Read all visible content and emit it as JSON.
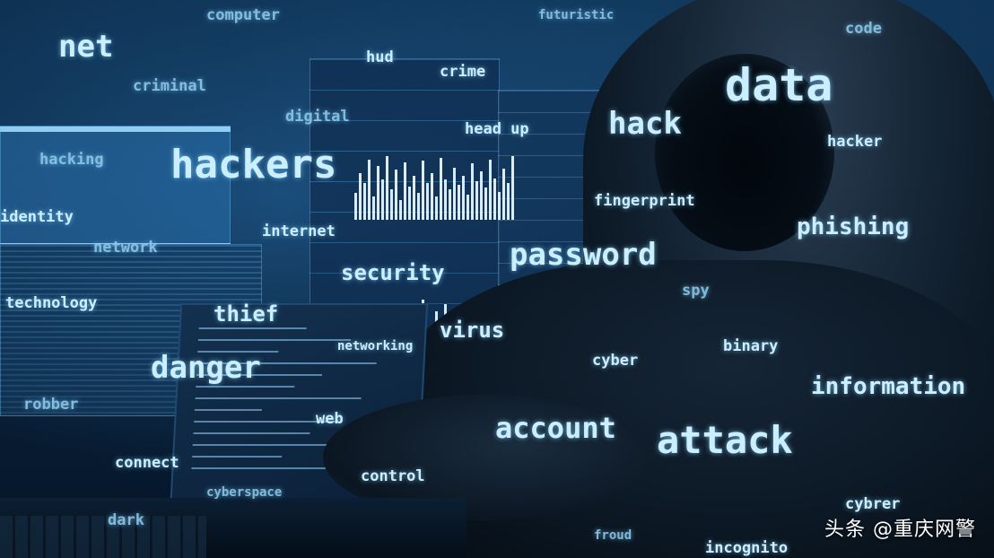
{
  "words": {
    "net": "net",
    "computer": "computer",
    "futuristic": "futuristic",
    "code": "code",
    "criminal": "criminal",
    "hud": "hud",
    "crime": "crime",
    "data": "data",
    "digital": "digital",
    "head_up": "head up",
    "hack": "hack",
    "hacker": "hacker",
    "hacking": "hacking",
    "hackers": "hackers",
    "identity": "identity",
    "fingerprint": "fingerprint",
    "internet": "internet",
    "network": "network",
    "phishing": "phishing",
    "password": "password",
    "security": "security",
    "technology": "technology",
    "spy": "spy",
    "thief": "thief",
    "virus": "virus",
    "networking": "networking",
    "binary": "binary",
    "danger": "danger",
    "cyber": "cyber",
    "information": "information",
    "robber": "robber",
    "web": "web",
    "account": "account",
    "attack": "attack",
    "connect": "connect",
    "control": "control",
    "cyberspace": "cyberspace",
    "cybrer": "cybrer",
    "dark": "dark",
    "froud": "froud",
    "incognito": "incognito"
  },
  "watermark": "头条 @重庆网警",
  "colors": {
    "background": "#071b30",
    "glow_text": "#cbefff"
  },
  "illustration": {
    "subject": "hooded-hacker-silhouette",
    "props": [
      "monitors",
      "laptop",
      "bar-graphs"
    ]
  }
}
